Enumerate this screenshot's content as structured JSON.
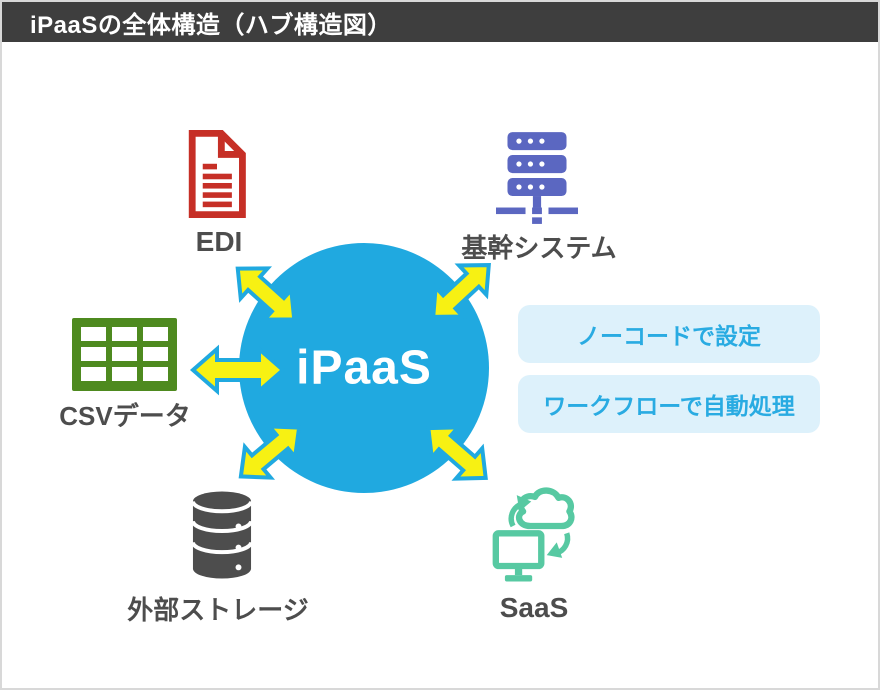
{
  "header": {
    "title": "iPaaSの全体構造（ハブ構造図）",
    "bg_color": "#3e3e3e"
  },
  "hub": {
    "label": "iPaaS",
    "color": "#20a9e0",
    "text_color": "#ffffff"
  },
  "arrows": {
    "description": "double-headed connector arrows between hub and systems",
    "fill_color": "#f7f113",
    "stroke_color": "#20a9e0",
    "count": 5
  },
  "nodes": [
    {
      "id": "edi",
      "label": "EDI",
      "icon": "document-icon",
      "color": "#c62f26"
    },
    {
      "id": "core-system",
      "label": "基幹システム",
      "icon": "server-icon",
      "color": "#5b67c1"
    },
    {
      "id": "csv",
      "label": "CSVデータ",
      "icon": "table-grid-icon",
      "color": "#4e8a1f"
    },
    {
      "id": "storage",
      "label": "外部ストレージ",
      "icon": "database-icon",
      "color": "#4d4d4d"
    },
    {
      "id": "saas",
      "label": "SaaS",
      "icon": "cloud-sync-icon",
      "color": "#57c9a2"
    }
  ],
  "callouts": [
    {
      "label": "ノーコードで設定"
    },
    {
      "label": "ワークフローで自動処理"
    }
  ]
}
